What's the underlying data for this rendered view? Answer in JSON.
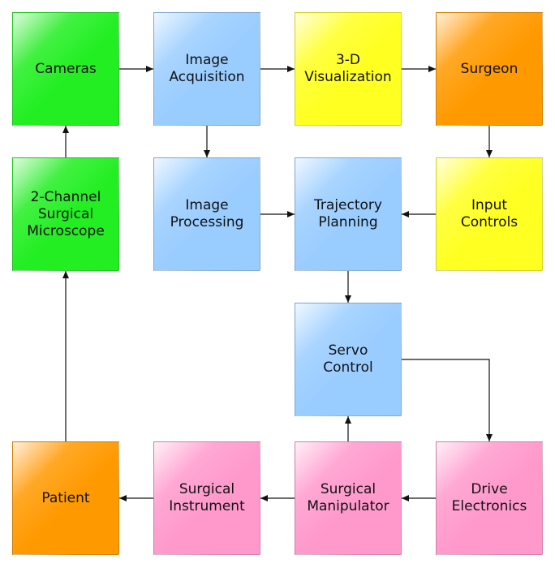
{
  "colors": {
    "green": "#22ee22",
    "blue": "#99ccff",
    "yellow": "#ffff22",
    "orange": "#ff9900",
    "pink": "#ff99cc",
    "arrow": "#111111"
  },
  "nodes": [
    {
      "id": "cameras",
      "label": "Cameras",
      "color": "green"
    },
    {
      "id": "image-acquisition",
      "label": "Image\nAcquisition",
      "color": "blue"
    },
    {
      "id": "visualization",
      "label": "3-D\nVisualization",
      "color": "yellow"
    },
    {
      "id": "surgeon",
      "label": "Surgeon",
      "color": "orange"
    },
    {
      "id": "microscope",
      "label": "2-Channel\nSurgical\nMicroscope",
      "color": "green"
    },
    {
      "id": "image-processing",
      "label": "Image\nProcessing",
      "color": "blue"
    },
    {
      "id": "trajectory-planning",
      "label": "Trajectory\nPlanning",
      "color": "blue"
    },
    {
      "id": "input-controls",
      "label": "Input\nControls",
      "color": "yellow"
    },
    {
      "id": "servo-control",
      "label": "Servo\nControl",
      "color": "blue"
    },
    {
      "id": "patient",
      "label": "Patient",
      "color": "orange"
    },
    {
      "id": "surgical-instrument",
      "label": "Surgical\nInstrument",
      "color": "pink"
    },
    {
      "id": "surgical-manipulator",
      "label": "Surgical\nManipulator",
      "color": "pink"
    },
    {
      "id": "drive-electronics",
      "label": "Drive\nElectronics",
      "color": "pink"
    }
  ],
  "edges": [
    {
      "from": "cameras",
      "to": "image-acquisition"
    },
    {
      "from": "image-acquisition",
      "to": "visualization"
    },
    {
      "from": "visualization",
      "to": "surgeon"
    },
    {
      "from": "surgeon",
      "to": "input-controls"
    },
    {
      "from": "image-acquisition",
      "to": "image-processing"
    },
    {
      "from": "microscope",
      "to": "cameras"
    },
    {
      "from": "image-processing",
      "to": "trajectory-planning"
    },
    {
      "from": "input-controls",
      "to": "trajectory-planning"
    },
    {
      "from": "trajectory-planning",
      "to": "servo-control"
    },
    {
      "from": "servo-control",
      "to": "drive-electronics"
    },
    {
      "from": "drive-electronics",
      "to": "surgical-manipulator"
    },
    {
      "from": "surgical-manipulator",
      "to": "servo-control"
    },
    {
      "from": "surgical-manipulator",
      "to": "surgical-instrument"
    },
    {
      "from": "surgical-instrument",
      "to": "patient"
    },
    {
      "from": "patient",
      "to": "microscope"
    }
  ]
}
